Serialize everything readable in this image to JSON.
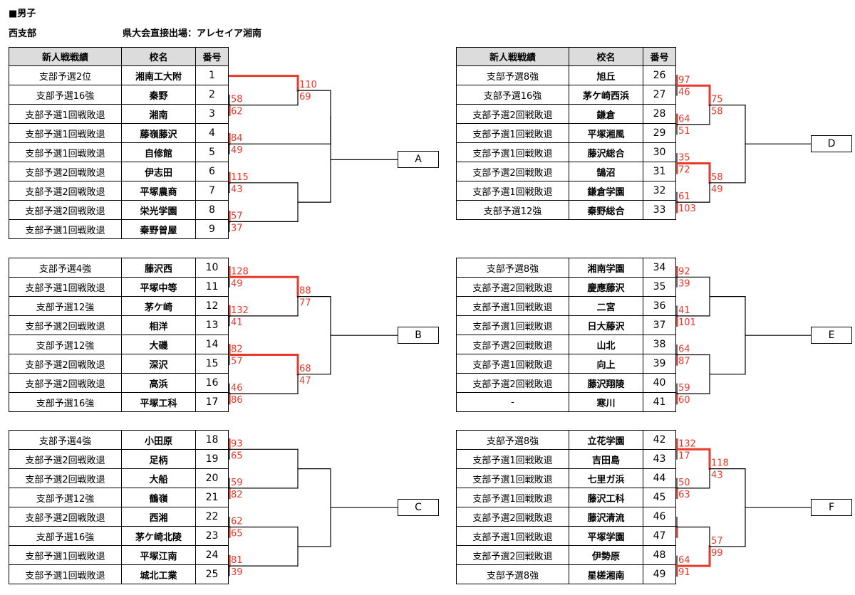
{
  "title": "■男子",
  "subtitle_left": "西支部",
  "subtitle_right": "県大会直接出場：アレセイア湘南",
  "columns": [
    "新人戦戦績",
    "校名",
    "番号"
  ],
  "colors": {
    "win": "#e8392b",
    "line": "#000000",
    "header_bg": "#dcdcdc"
  },
  "blocks": [
    {
      "id": "A",
      "header": true,
      "teams": [
        {
          "record": "支部予選2位",
          "school": "湘南工大附",
          "num": "1"
        },
        {
          "record": "支部予選16強",
          "school": "秦野",
          "num": "2"
        },
        {
          "record": "支部予選1回戦敗退",
          "school": "湘南",
          "num": "3"
        },
        {
          "record": "支部予選1回戦敗退",
          "school": "藤嶺藤沢",
          "num": "4"
        },
        {
          "record": "支部予選1回戦敗退",
          "school": "自修館",
          "num": "5"
        },
        {
          "record": "支部予選2回戦敗退",
          "school": "伊志田",
          "num": "6"
        },
        {
          "record": "支部予選2回戦敗退",
          "school": "平塚農商",
          "num": "7"
        },
        {
          "record": "支部予選2回戦敗退",
          "school": "栄光学園",
          "num": "8"
        },
        {
          "record": "支部予選1回戦敗退",
          "school": "秦野曽屋",
          "num": "9"
        }
      ],
      "matches": [
        {
          "a": "2",
          "b": "3",
          "sa": "58",
          "sb": "62",
          "w": "b"
        },
        {
          "a": "1",
          "b": "M0",
          "sa": "110",
          "sb": "69",
          "w": "a"
        },
        {
          "a": "4",
          "b": "5",
          "sa": "84",
          "sb": "49",
          "w": "a"
        },
        {
          "a": "6",
          "b": "7",
          "sa": "115",
          "sb": "43",
          "w": "a"
        },
        {
          "a": "8",
          "b": "9",
          "sa": "57",
          "sb": "37",
          "w": "a"
        },
        {
          "a": "M1",
          "b": "M2",
          "sa": "",
          "sb": "",
          "w": ""
        },
        {
          "a": "M3",
          "b": "M4",
          "sa": "",
          "sb": "",
          "w": ""
        },
        {
          "a": "M5",
          "b": "M6",
          "sa": "",
          "sb": "",
          "w": "",
          "final": true
        }
      ]
    },
    {
      "id": "D",
      "header": true,
      "teams": [
        {
          "record": "支部予選8強",
          "school": "旭丘",
          "num": "26"
        },
        {
          "record": "支部予選16強",
          "school": "茅ケ崎西浜",
          "num": "27"
        },
        {
          "record": "支部予選2回戦敗退",
          "school": "鎌倉",
          "num": "28"
        },
        {
          "record": "支部予選1回戦敗退",
          "school": "平塚湘風",
          "num": "29"
        },
        {
          "record": "支部予選1回戦敗退",
          "school": "藤沢総合",
          "num": "30"
        },
        {
          "record": "支部予選2回戦敗退",
          "school": "鵠沼",
          "num": "31"
        },
        {
          "record": "支部予選1回戦敗退",
          "school": "鎌倉学園",
          "num": "32"
        },
        {
          "record": "支部予選12強",
          "school": "秦野総合",
          "num": "33"
        }
      ],
      "matches": [
        {
          "a": "26",
          "b": "27",
          "sa": "97",
          "sb": "46",
          "w": "a"
        },
        {
          "a": "28",
          "b": "29",
          "sa": "64",
          "sb": "51",
          "w": "a"
        },
        {
          "a": "30",
          "b": "31",
          "sa": "35",
          "sb": "72",
          "w": "b"
        },
        {
          "a": "32",
          "b": "33",
          "sa": "61",
          "sb": "103",
          "w": "b"
        },
        {
          "a": "M0",
          "b": "M1",
          "sa": "75",
          "sb": "58",
          "w": "a"
        },
        {
          "a": "M2",
          "b": "M3",
          "sa": "58",
          "sb": "49",
          "w": "a"
        },
        {
          "a": "M4",
          "b": "M5",
          "sa": "",
          "sb": "",
          "w": "",
          "final": true
        }
      ]
    },
    {
      "id": "B",
      "teams": [
        {
          "record": "支部予選4強",
          "school": "藤沢西",
          "num": "10"
        },
        {
          "record": "支部予選1回戦敗退",
          "school": "平塚中等",
          "num": "11"
        },
        {
          "record": "支部予選12強",
          "school": "茅ケ崎",
          "num": "12"
        },
        {
          "record": "支部予選2回戦敗退",
          "school": "相洋",
          "num": "13"
        },
        {
          "record": "支部予選12強",
          "school": "大磯",
          "num": "14"
        },
        {
          "record": "支部予選2回戦敗退",
          "school": "深沢",
          "num": "15"
        },
        {
          "record": "支部予選2回戦敗退",
          "school": "高浜",
          "num": "16"
        },
        {
          "record": "支部予選16強",
          "school": "平塚工科",
          "num": "17"
        }
      ],
      "matches": [
        {
          "a": "10",
          "b": "11",
          "sa": "128",
          "sb": "49",
          "w": "a"
        },
        {
          "a": "12",
          "b": "13",
          "sa": "132",
          "sb": "41",
          "w": "a"
        },
        {
          "a": "14",
          "b": "15",
          "sa": "82",
          "sb": "57",
          "w": "a"
        },
        {
          "a": "16",
          "b": "17",
          "sa": "46",
          "sb": "86",
          "w": "b"
        },
        {
          "a": "M0",
          "b": "M1",
          "sa": "88",
          "sb": "77",
          "w": "a"
        },
        {
          "a": "M2",
          "b": "M3",
          "sa": "68",
          "sb": "47",
          "w": "a"
        },
        {
          "a": "M4",
          "b": "M5",
          "sa": "",
          "sb": "",
          "w": "",
          "final": true
        }
      ]
    },
    {
      "id": "E",
      "teams": [
        {
          "record": "支部予選8強",
          "school": "湘南学園",
          "num": "34"
        },
        {
          "record": "支部予選2回戦敗退",
          "school": "慶應藤沢",
          "num": "35"
        },
        {
          "record": "支部予選1回戦敗退",
          "school": "二宮",
          "num": "36"
        },
        {
          "record": "支部予選1回戦敗退",
          "school": "日大藤沢",
          "num": "37"
        },
        {
          "record": "支部予選2回戦敗退",
          "school": "山北",
          "num": "38"
        },
        {
          "record": "支部予選1回戦敗退",
          "school": "向上",
          "num": "39"
        },
        {
          "record": "支部予選2回戦敗退",
          "school": "藤沢翔陵",
          "num": "40"
        },
        {
          "record": "-",
          "school": "寒川",
          "num": "41"
        }
      ],
      "matches": [
        {
          "a": "34",
          "b": "35",
          "sa": "92",
          "sb": "39",
          "w": "a"
        },
        {
          "a": "36",
          "b": "37",
          "sa": "41",
          "sb": "101",
          "w": "b"
        },
        {
          "a": "38",
          "b": "39",
          "sa": "64",
          "sb": "87",
          "w": "b"
        },
        {
          "a": "40",
          "b": "41",
          "sa": "59",
          "sb": "60",
          "w": "b"
        },
        {
          "a": "M0",
          "b": "M1",
          "sa": "",
          "sb": "",
          "w": ""
        },
        {
          "a": "M2",
          "b": "M3",
          "sa": "",
          "sb": "",
          "w": ""
        },
        {
          "a": "M4",
          "b": "M5",
          "sa": "",
          "sb": "",
          "w": "",
          "final": true
        }
      ]
    },
    {
      "id": "C",
      "teams": [
        {
          "record": "支部予選4強",
          "school": "小田原",
          "num": "18"
        },
        {
          "record": "支部予選2回戦敗退",
          "school": "足柄",
          "num": "19"
        },
        {
          "record": "支部予選2回戦敗退",
          "school": "大船",
          "num": "20"
        },
        {
          "record": "支部予選12強",
          "school": "鶴嶺",
          "num": "21"
        },
        {
          "record": "支部予選2回戦敗退",
          "school": "西湘",
          "num": "22"
        },
        {
          "record": "支部予選16強",
          "school": "茅ケ崎北陵",
          "num": "23"
        },
        {
          "record": "支部予選1回戦敗退",
          "school": "平塚江南",
          "num": "24"
        },
        {
          "record": "支部予選1回戦敗退",
          "school": "城北工業",
          "num": "25"
        }
      ],
      "matches": [
        {
          "a": "18",
          "b": "19",
          "sa": "93",
          "sb": "65",
          "w": "a"
        },
        {
          "a": "20",
          "b": "21",
          "sa": "59",
          "sb": "82",
          "w": "b"
        },
        {
          "a": "22",
          "b": "23",
          "sa": "62",
          "sb": "65",
          "w": "b"
        },
        {
          "a": "24",
          "b": "25",
          "sa": "81",
          "sb": "39",
          "w": "a"
        },
        {
          "a": "M0",
          "b": "M1",
          "sa": "",
          "sb": "",
          "w": ""
        },
        {
          "a": "M2",
          "b": "M3",
          "sa": "",
          "sb": "",
          "w": ""
        },
        {
          "a": "M4",
          "b": "M5",
          "sa": "",
          "sb": "",
          "w": "",
          "final": true
        }
      ]
    },
    {
      "id": "F",
      "teams": [
        {
          "record": "支部予選8強",
          "school": "立花学園",
          "num": "42"
        },
        {
          "record": "支部予選1回戦敗退",
          "school": "吉田島",
          "num": "43"
        },
        {
          "record": "支部予選1回戦敗退",
          "school": "七里ガ浜",
          "num": "44"
        },
        {
          "record": "支部予選1回戦敗退",
          "school": "藤沢工科",
          "num": "45"
        },
        {
          "record": "支部予選2回戦敗退",
          "school": "藤沢清流",
          "num": "46"
        },
        {
          "record": "支部予選1回戦敗退",
          "school": "平塚学園",
          "num": "47"
        },
        {
          "record": "支部予選2回戦敗退",
          "school": "伊勢原",
          "num": "48"
        },
        {
          "record": "支部予選8強",
          "school": "星槎湘南",
          "num": "49"
        }
      ],
      "matches": [
        {
          "a": "42",
          "b": "43",
          "sa": "132",
          "sb": "17",
          "w": "a"
        },
        {
          "a": "44",
          "b": "45",
          "sa": "50",
          "sb": "63",
          "w": "b"
        },
        {
          "a": "46",
          "b": "47",
          "sa": "",
          "sb": "",
          "w": "b"
        },
        {
          "a": "48",
          "b": "49",
          "sa": "64",
          "sb": "91",
          "w": "b"
        },
        {
          "a": "M0",
          "b": "M1",
          "sa": "118",
          "sb": "43",
          "w": "a"
        },
        {
          "a": "M2",
          "b": "M3",
          "sa": "57",
          "sb": "99",
          "w": "b"
        },
        {
          "a": "M4",
          "b": "M5",
          "sa": "",
          "sb": "",
          "w": "",
          "final": true
        }
      ]
    }
  ]
}
